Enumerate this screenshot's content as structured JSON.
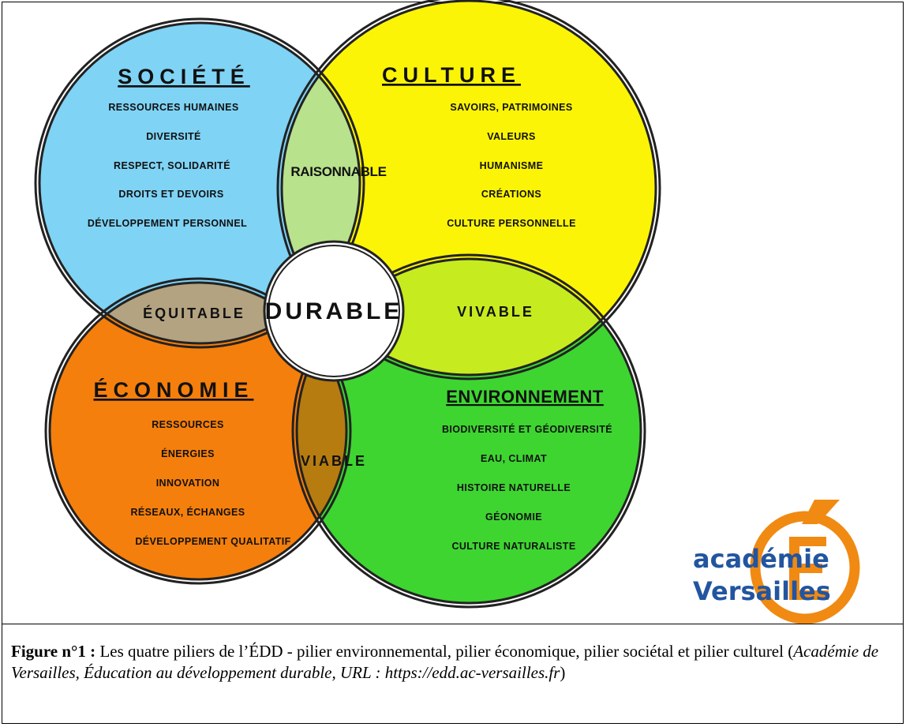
{
  "societe": {
    "title": "SOCIÉTÉ",
    "items": [
      "RESSOURCES HUMAINES",
      "DIVERSITÉ",
      "RESPECT, SOLIDARITÉ",
      "DROITS ET DEVOIRS",
      "DÉVELOPPEMENT PERSONNEL"
    ],
    "color": "#7fd3f5"
  },
  "culture": {
    "title": "CULTURE",
    "items": [
      "SAVOIRS, PATRIMOINES",
      "VALEURS",
      "HUMANISME",
      "CRÉATIONS",
      "CULTURE PERSONNELLE"
    ],
    "color": "#fbf406"
  },
  "economie": {
    "title": "ÉCONOMIE",
    "items": [
      "RESSOURCES",
      "ÉNERGIES",
      "INNOVATION",
      "RÉSEAUX, ÉCHANGES",
      "DÉVELOPPEMENT QUALITATIF"
    ],
    "color": "#f57f0c"
  },
  "environnement": {
    "title": "ENVIRONNEMENT",
    "items": [
      "BIODIVERSITÉ ET GÉODIVERSITÉ",
      "EAU, CLIMAT",
      "HISTOIRE NATURELLE",
      "GÉONOMIE",
      "CULTURE NATURALISTE"
    ],
    "color": "#3ed531"
  },
  "intersections": {
    "raisonnable": "RAISONNABLE",
    "equitable": "ÉQUITABLE",
    "vivable": "VIVABLE",
    "viable": "VIABLE",
    "durable": "DURABLE",
    "colors": {
      "raisonnable": "#b8e28c",
      "equitable": "#b3a381",
      "vivable": "#c6ec1f",
      "viable": "#b67c10",
      "durable": "#ffffff"
    }
  },
  "logo": {
    "line1": "académie",
    "line2": "Versailles",
    "letter": "É",
    "text_color": "#2255a0",
    "accent_color": "#f08a12"
  },
  "caption": {
    "label": "Figure n°1 :",
    "text": " Les quatre piliers de l’ÉDD - pilier environnemental, pilier économique, pilier sociétal et pilier culturel (",
    "source": "Académie de Versailles, Éducation au développement durable, URL : https://edd.ac-versailles.fr",
    "end": ")"
  }
}
